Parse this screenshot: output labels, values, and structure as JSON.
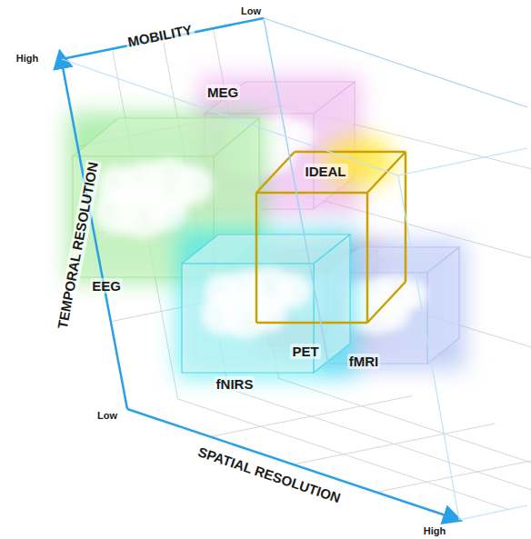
{
  "diagram": {
    "nodes": [
      {
        "text": [
          "MEG"
        ]
      },
      {
        "text": [
          "IDEAL"
        ]
      },
      {
        "text": [
          "EEG"
        ]
      },
      {
        "text": [
          "fNIRS"
        ]
      },
      {
        "text": [
          "PET"
        ]
      },
      {
        "text": [
          "fMRI"
        ]
      }
    ],
    "labels": [
      "High",
      "MOBILITY",
      "Low",
      "TEMPORAL RESOLUTION",
      "Low",
      "SPATIAL RESOLUTION",
      "High"
    ]
  }
}
